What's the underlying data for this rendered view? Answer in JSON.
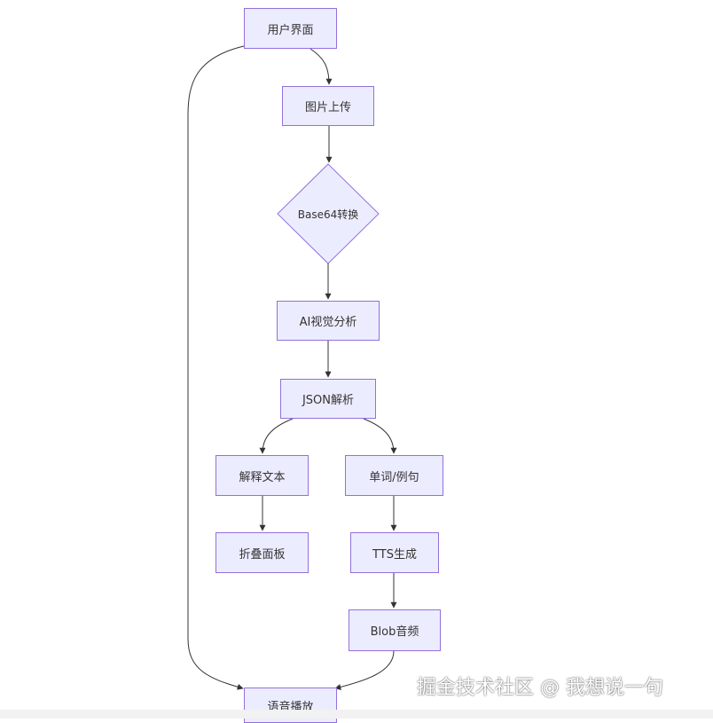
{
  "nodes": {
    "ui": "用户界面",
    "upload": "图片上传",
    "base64": "Base64转换",
    "ai": "AI视觉分析",
    "json": "JSON解析",
    "explain": "解释文本",
    "words": "单词/例句",
    "fold": "折叠面板",
    "tts": "TTS生成",
    "blob": "Blob音频",
    "play": "语音播放"
  },
  "watermark": "掘金技术社区 @ 我想说一句",
  "colors": {
    "node_fill": "#ececff",
    "node_stroke": "#9370db",
    "edge": "#333333"
  }
}
